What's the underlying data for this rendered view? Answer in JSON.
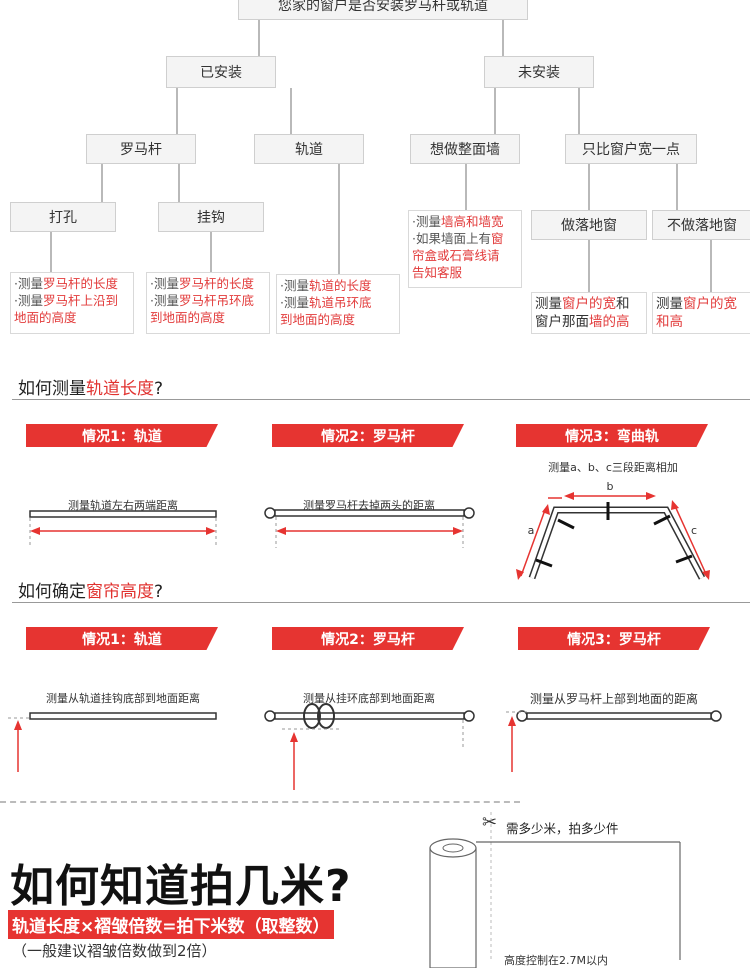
{
  "tree": {
    "root": "您家的窗户是否安装罗马杆或轨道",
    "installed": "已安装",
    "not_installed": "未安装",
    "roman_rod": "罗马杆",
    "track": "轨道",
    "full_wall": "想做整面墙",
    "slightly_wider": "只比窗户宽一点",
    "drill": "打孔",
    "hook": "挂钩",
    "floor_window": "做落地窗",
    "no_floor_window": "不做落地窗",
    "note_drill": [
      "·测量",
      "罗马杆的长度",
      "·测量",
      "罗马杆上沿到",
      "地面的高度"
    ],
    "note_hook": [
      "·测量",
      "罗马杆的长度",
      "·测量",
      "罗马杆吊环底",
      "到地面的高度"
    ],
    "note_track": [
      "·测量",
      "轨道的长度",
      "·测量",
      "轨道吊环底",
      "到地面的高度"
    ],
    "note_full_wall": [
      "·测量",
      "墙高和墙宽",
      "·如果墙面上有",
      "窗",
      "帘盒或石膏线请",
      "告知客服"
    ],
    "note_floor": [
      "测量",
      "窗户的宽",
      "和",
      "窗户那面",
      "墙的高"
    ],
    "note_no_floor": [
      "测量",
      "窗户的宽",
      "和高"
    ]
  },
  "length_section": {
    "title_prefix": "如何测量",
    "title_highlight": "轨道长度",
    "title_suffix": "?",
    "cases": [
      {
        "label": "情况1：轨道",
        "caption": "测量轨道左右两端距离"
      },
      {
        "label": "情况2：罗马杆",
        "caption": "测量罗马杆去掉两头的距离"
      },
      {
        "label": "情况3：弯曲轨",
        "caption": "测量a、b、c三段距离相加"
      }
    ],
    "curve_labels": {
      "a": "a",
      "b": "b",
      "c": "c"
    }
  },
  "height_section": {
    "title_prefix": "如何确定",
    "title_highlight": "窗帘高度",
    "title_suffix": "?",
    "cases": [
      {
        "label": "情况1：轨道",
        "caption": "测量从轨道挂钩底部到地面距离"
      },
      {
        "label": "情况2：罗马杆",
        "caption": "测量从挂环底部到地面距离"
      },
      {
        "label": "情况3：罗马杆",
        "caption": "测量从罗马杆上部到地面的距离"
      }
    ]
  },
  "bottom": {
    "title": "如何知道拍几米?",
    "formula": "轨道长度×褶皱倍数=拍下米数（取整数）",
    "note": "（一般建议褶皱倍数做到2倍）",
    "scissor_note": "需多少米，拍多少件",
    "height_note": "高度控制在2.7M以内"
  },
  "colors": {
    "accent": "#e63431",
    "node_bg": "#f4f4f4",
    "line": "#b9b9b9"
  }
}
